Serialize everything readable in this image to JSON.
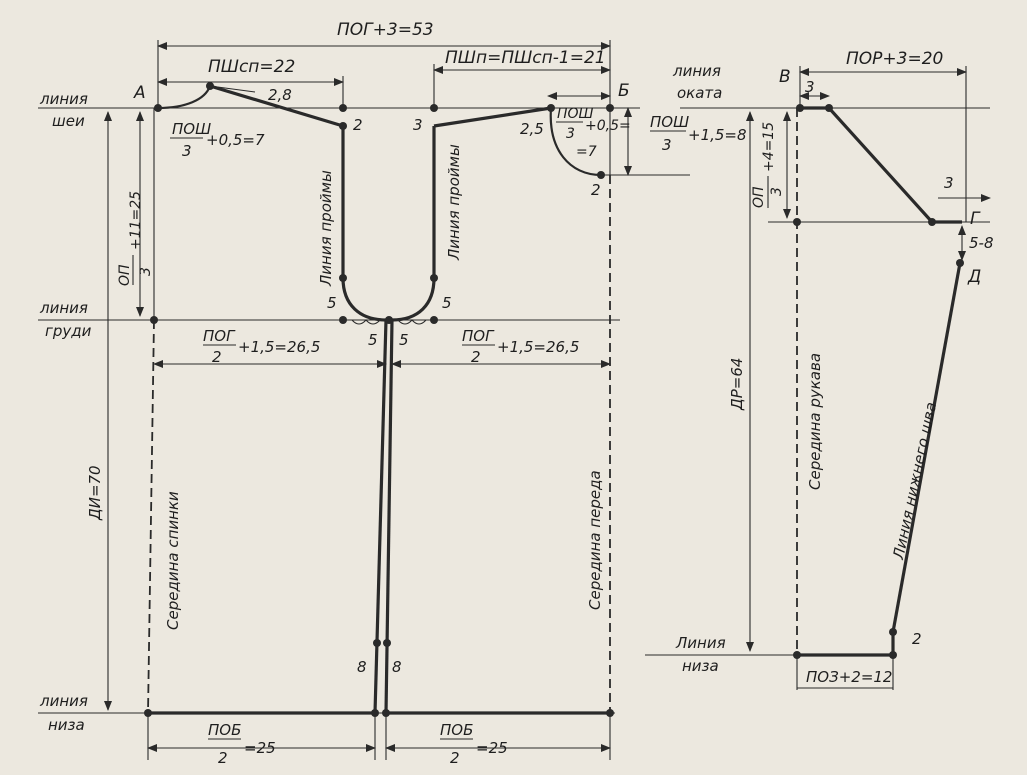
{
  "labels": {
    "pog_total": "ПОГ+3=53",
    "psh_sp": "ПШсп=22",
    "psh_p": "ПШп=ПШсп-1=21",
    "val_2_8": "2,8",
    "neck_back_num": "ПОШ",
    "neck_back_den": "3",
    "neck_back_tail": "+0,5=7",
    "neck_front_num": "ПОШ",
    "neck_front_den": "3",
    "neck_front_tail": "+0,5=",
    "neck_front_eq": "=7",
    "neck_front_depth_num": "ПОШ",
    "neck_front_depth_den": "3",
    "neck_front_depth_tail": "+1,5=8",
    "val_2_5": "2,5",
    "line_neck_1": "линия",
    "line_neck_2": "шеи",
    "line_chest_1": "линия",
    "line_chest_2": "груди",
    "line_hem_1": "линия",
    "line_hem_2": "низа",
    "point_a": "А",
    "point_b": "Б",
    "point_v": "В",
    "point_g": "Г",
    "point_d": "Д",
    "armhole_back": "Линия проймы",
    "armhole_front": "Линия проймы",
    "op_num": "ОП",
    "op_den": "3",
    "op_tail": "+11=25",
    "pog_half_left_num": "ПОГ",
    "pog_half_left_den": "2",
    "pog_half_left_tail": "+1,5=26,5",
    "pog_half_right_num": "ПОГ",
    "pog_half_right_den": "2",
    "pog_half_right_tail": "+1,5=26,5",
    "di": "ДИ=70",
    "back_center": "Середина спинки",
    "front_center": "Середина переда",
    "pob_left_num": "ПОБ",
    "pob_left_den": "2",
    "pob_left_tail": "=25",
    "pob_right_num": "ПОБ",
    "pob_right_den": "2",
    "pob_right_tail": "=25",
    "n2_back": "2",
    "n3_front": "3",
    "n2_front": "2",
    "n5_a": "5",
    "n5_b": "5",
    "n5_c": "5",
    "n5_d": "5",
    "n8_a": "8",
    "n8_b": "8",
    "sleeve_cap_line_1": "линия",
    "sleeve_cap_line_2": "оката",
    "por": "ПОР+3=20",
    "sl_3_top": "3",
    "sl_3_right": "3",
    "sl_58": "5-8",
    "op_cap_num": "ОП",
    "op_cap_den": "3",
    "op_cap_tail": "+4=15",
    "dr": "ДР=64",
    "sleeve_center": "Середина рукава",
    "sleeve_seam": "Линия нижнего шва",
    "sleeve_hem_1": "Линия",
    "sleeve_hem_2": "низа",
    "poz": "ПОЗ+2=12",
    "sl_2": "2"
  }
}
